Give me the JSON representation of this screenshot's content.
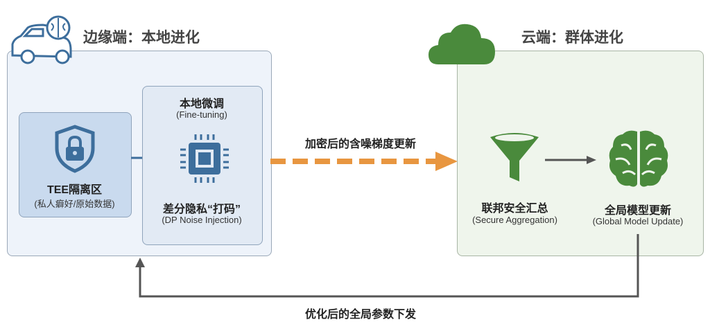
{
  "colors": {
    "edge_bg": "#eef3fa",
    "edge_border": "#9aa8b8",
    "tee_bg": "#c9daee",
    "blue": "#3d6e9c",
    "cloud_bg": "#eff5ec",
    "green": "#4a8a3c",
    "orange": "#e89640",
    "arrow": "#555555"
  },
  "edge": {
    "title": "边缘端：本地进化",
    "icon": "car-brain-icon"
  },
  "tee": {
    "title": "TEE隔离区",
    "subtitle": "(私人癖好/原始数据)",
    "icon": "shield-lock-icon"
  },
  "finetune": {
    "title": "本地微调",
    "subtitle": "(Fine-tuning)",
    "dp_title": "差分隐私“打码”",
    "dp_subtitle": "(DP Noise Injection)",
    "icon": "chip-icon"
  },
  "upload_label": "加密后的含噪梯度更新",
  "cloud": {
    "title": "云端：群体进化",
    "icon": "cloud-icon"
  },
  "aggregation": {
    "title": "联邦安全汇总",
    "subtitle": "(Secure Aggregation)",
    "icon": "funnel-icon"
  },
  "global_model": {
    "title": "全局模型更新",
    "subtitle": "(Global Model Update)",
    "icon": "brain-icon"
  },
  "download_label": "优化后的全局参数下发"
}
